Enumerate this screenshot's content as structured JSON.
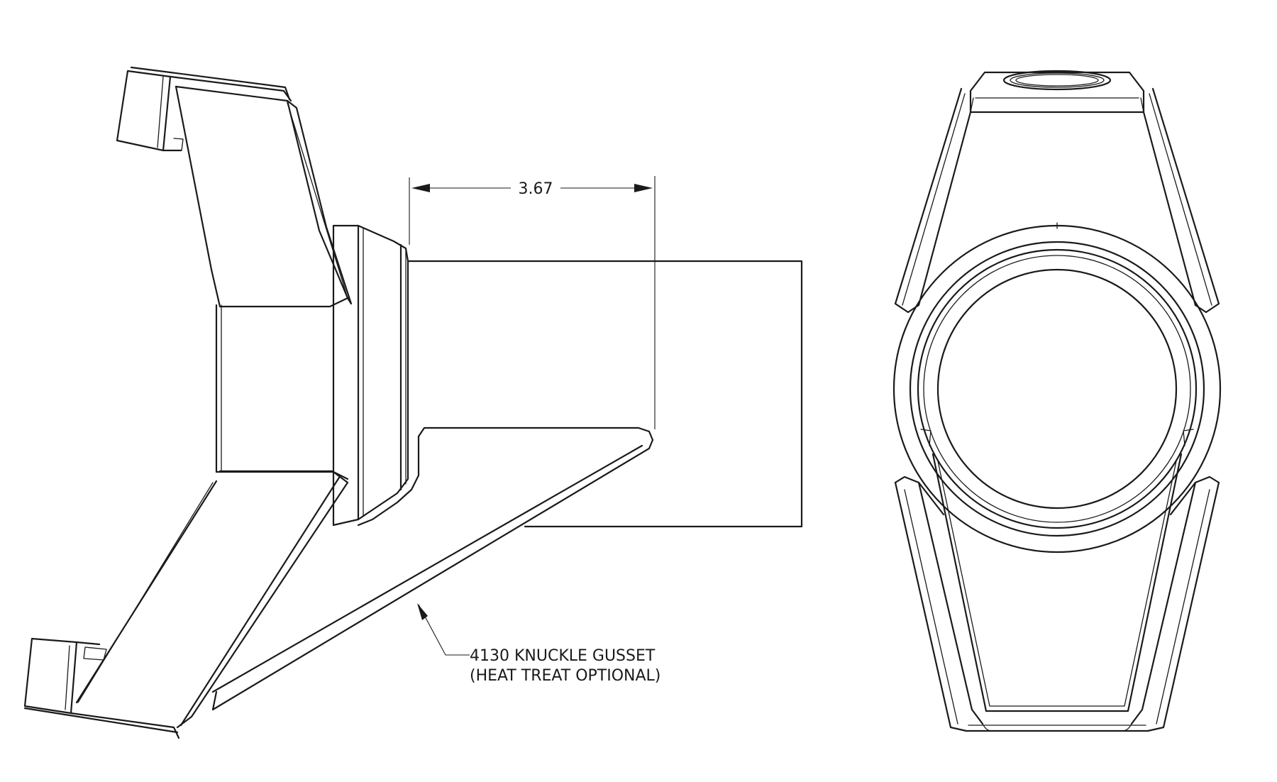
{
  "dimension": {
    "value": "3.67"
  },
  "callout": {
    "line1": "4130 KNUCKLE GUSSET",
    "line2": "(HEAT TREAT OPTIONAL)"
  },
  "colors": {
    "line": "#1a1a1a",
    "background": "#ffffff"
  }
}
